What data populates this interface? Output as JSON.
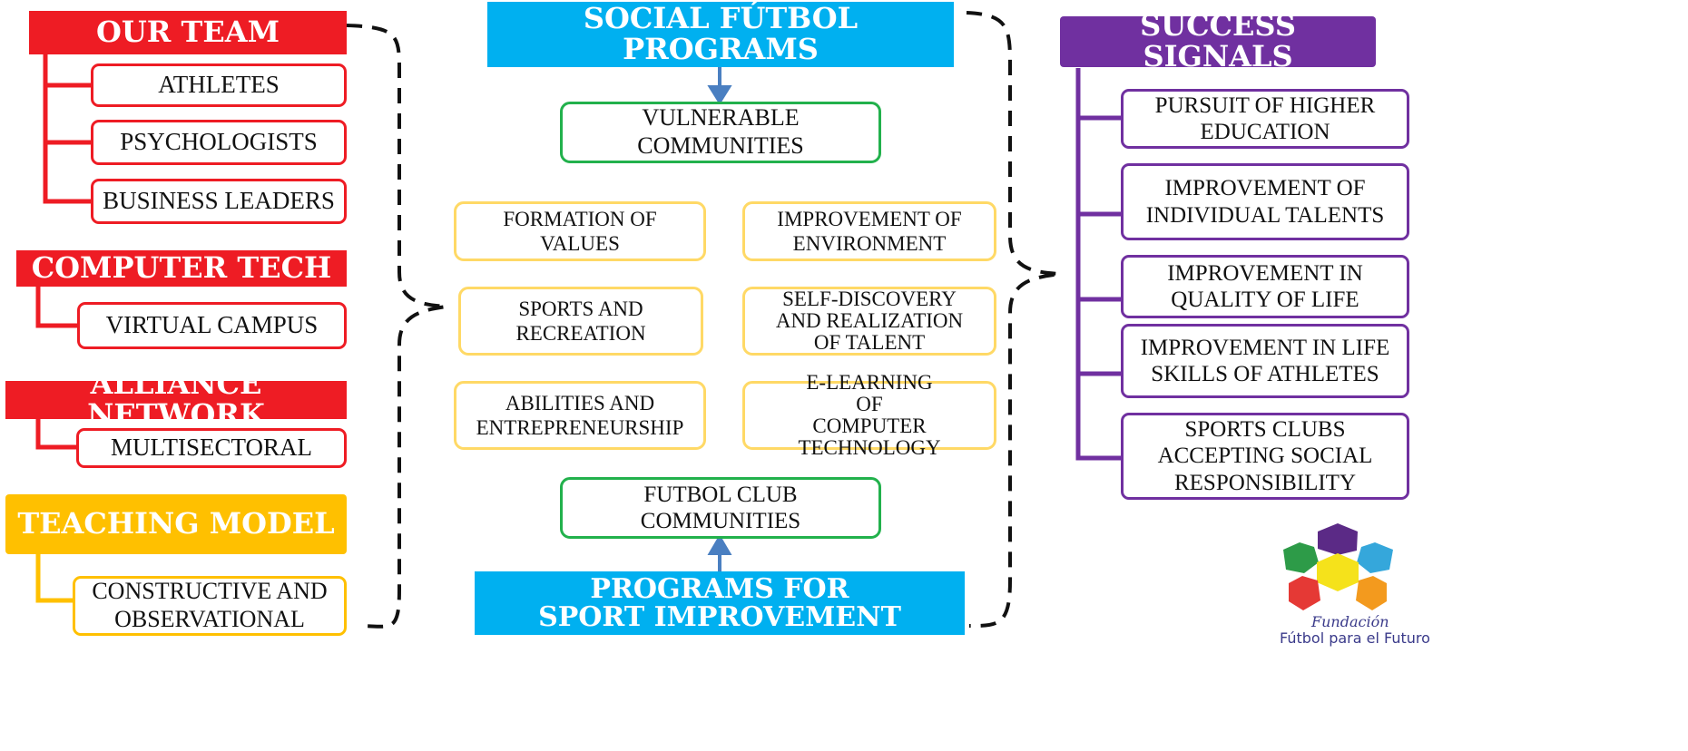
{
  "colors": {
    "red": "#ee1c24",
    "yellow": "#ffc000",
    "cyan": "#00b0f0",
    "purple": "#7030a0",
    "green": "#22b14c",
    "pale_yellow": "#ffd966"
  },
  "left": {
    "team": {
      "title": "OUR TEAM",
      "items": [
        "ATHLETES",
        "PSYCHOLOGISTS",
        "BUSINESS LEADERS"
      ]
    },
    "tech": {
      "title": "COMPUTER TECH",
      "items": [
        "VIRTUAL CAMPUS"
      ]
    },
    "alliance": {
      "title": "ALLIANCE NETWORK",
      "items": [
        "MULTISECTORAL"
      ]
    },
    "teaching": {
      "title": "TEACHING MODEL",
      "items": [
        "CONSTRUCTIVE AND OBSERVATIONAL"
      ]
    }
  },
  "center": {
    "top_title": "SOCIAL FÚTBOL PROGRAMS",
    "vulnerable": "VULNERABLE COMMUNITIES",
    "grid": [
      "FORMATION OF VALUES",
      "IMPROVEMENT OF ENVIRONMENT",
      "SPORTS AND RECREATION",
      "SELF-DISCOVERY AND REALIZATION OF TALENT",
      "ABILITIES AND ENTREPRENEURSHIP",
      "E-LEARNING OF COMPUTER TECHNOLOGY"
    ],
    "club": "FUTBOL CLUB COMMUNITIES",
    "bottom_title": "PROGRAMS FOR SPORT IMPROVEMENT"
  },
  "right": {
    "title": "SUCCESS SIGNALS",
    "items": [
      "PURSUIT OF HIGHER EDUCATION",
      "IMPROVEMENT OF INDIVIDUAL TALENTS",
      "IMPROVEMENT IN QUALITY OF LIFE",
      "IMPROVEMENT IN LIFE SKILLS OF ATHLETES",
      "SPORTS CLUBS ACCEPTING SOCIAL RESPONSIBILITY"
    ]
  },
  "logo": {
    "line1": "Fundación",
    "line2": "Fútbol para el Futuro"
  }
}
